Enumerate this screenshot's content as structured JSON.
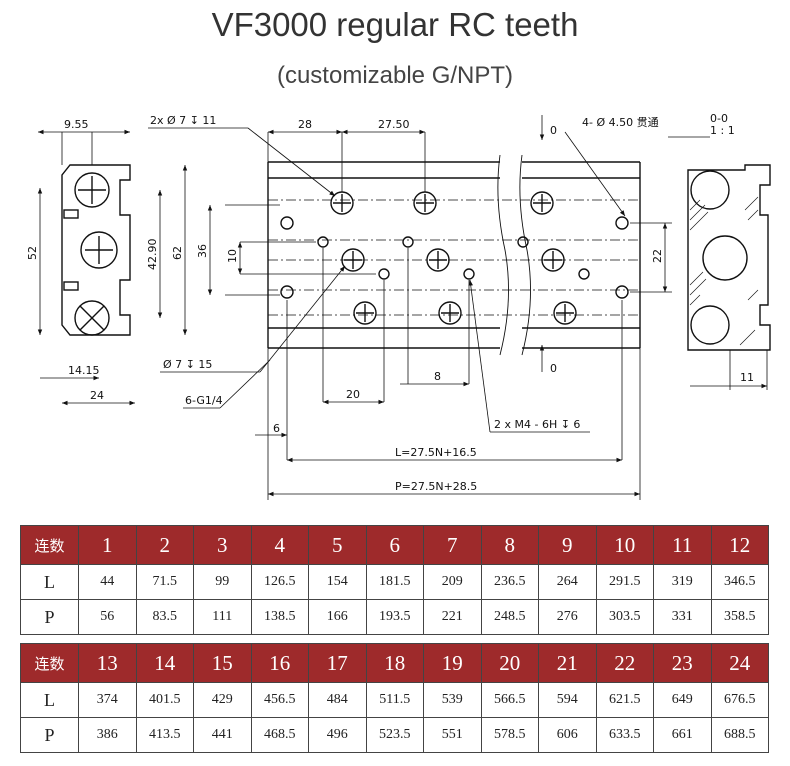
{
  "title": "VF3000 regular RC teeth",
  "subtitle": "(customizable G/NPT)",
  "drawing": {
    "left_view": {
      "d1": "9.55",
      "d2": "52",
      "d3": "42.90",
      "d4": "62",
      "d5": "14.15",
      "d6": "24"
    },
    "center_view": {
      "hole_callout_1": "2x Ø 7 ↧ 11",
      "hole_callout_2": "Ø 7 ↧ 15",
      "port_callout": "6-G1/4",
      "thread_callout": "2 x  M4 - 6H ↧ 6",
      "mount_callout": "4- Ø 4.50 贯通",
      "d_28": "28",
      "d_2750": "27.50",
      "d_36": "36",
      "d_10": "10",
      "d_22": "22",
      "d_20": "20",
      "d_8": "8",
      "d_6": "6",
      "zero_top": "0",
      "zero_bottom": "0",
      "formula_L": "L=27.5N+16.5",
      "formula_P": "P=27.5N+28.5"
    },
    "section_view": {
      "label_top": "0-0",
      "label_scale": "1 : 1",
      "d_11": "11"
    }
  },
  "tables": [
    {
      "header_label": "连数",
      "counts": [
        "1",
        "2",
        "3",
        "4",
        "5",
        "6",
        "7",
        "8",
        "9",
        "10",
        "11",
        "12"
      ],
      "rows": [
        {
          "label": "L",
          "values": [
            "44",
            "71.5",
            "99",
            "126.5",
            "154",
            "181.5",
            "209",
            "236.5",
            "264",
            "291.5",
            "319",
            "346.5"
          ]
        },
        {
          "label": "P",
          "values": [
            "56",
            "83.5",
            "111",
            "138.5",
            "166",
            "193.5",
            "221",
            "248.5",
            "276",
            "303.5",
            "331",
            "358.5"
          ]
        }
      ]
    },
    {
      "header_label": "连数",
      "counts": [
        "13",
        "14",
        "15",
        "16",
        "17",
        "18",
        "19",
        "20",
        "21",
        "22",
        "23",
        "24"
      ],
      "rows": [
        {
          "label": "L",
          "values": [
            "374",
            "401.5",
            "429",
            "456.5",
            "484",
            "511.5",
            "539",
            "566.5",
            "594",
            "621.5",
            "649",
            "676.5"
          ]
        },
        {
          "label": "P",
          "values": [
            "386",
            "413.5",
            "441",
            "468.5",
            "496",
            "523.5",
            "551",
            "578.5",
            "606",
            "633.5",
            "661",
            "688.5"
          ]
        }
      ]
    }
  ],
  "colors": {
    "header_bg": "#9e2a2b",
    "header_text": "#ffffff",
    "line": "#111111"
  }
}
